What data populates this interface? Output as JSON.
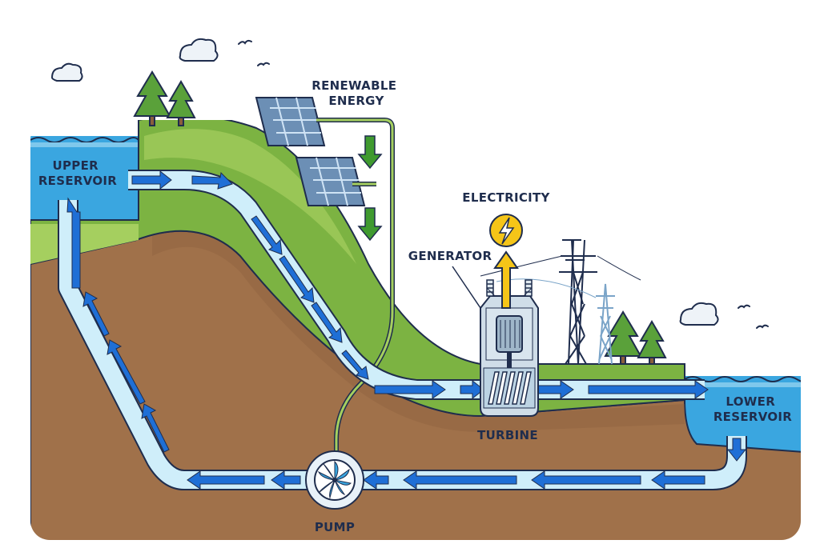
{
  "labels": {
    "upper_reservoir": [
      "UPPER",
      "RESERVOIR"
    ],
    "renewable_energy": [
      "RENEWABLE",
      "ENERGY"
    ],
    "electricity": "ELECTRICITY",
    "generator": "GENERATOR",
    "turbine": "TURBINE",
    "lower_reservoir": [
      "LOWER",
      "RESERVOIR"
    ],
    "pump": "PUMP"
  },
  "colors": {
    "water": "#3aa6e0",
    "water_light": "#bfe6f7",
    "grass": "#7cb342",
    "grass_light": "#a5cf5f",
    "soil": "#a0714a",
    "soil_dark": "#8a5e3c",
    "outline": "#1f2d4d",
    "arrow_blue": "#1f6fd6",
    "pipe_light": "#cfeefa",
    "solar_panel": "#6c8fb5",
    "bolt_yellow": "#f5c518",
    "sky_cloud": "#eef3f8"
  }
}
